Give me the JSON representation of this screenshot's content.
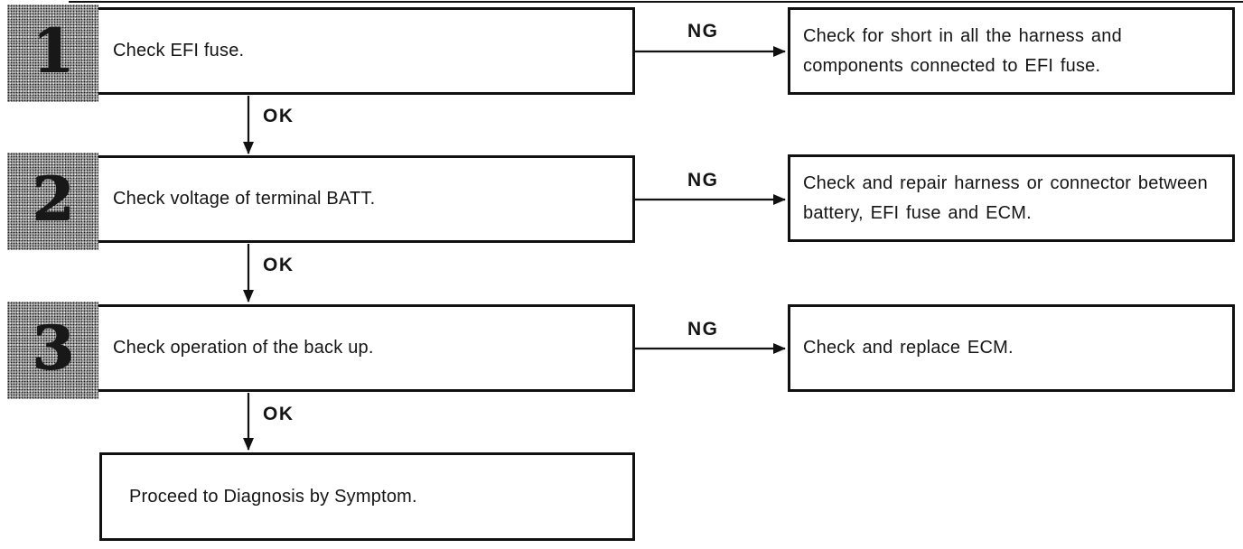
{
  "diagram": {
    "type": "troubleshooting-flowchart",
    "steps": [
      {
        "number": "1",
        "instruction": "Check EFI fuse.",
        "ok_label": "OK",
        "ng_label": "NG",
        "ng_action": "Check for short in all the harness and components connected to EFI fuse."
      },
      {
        "number": "2",
        "instruction": "Check voltage of terminal BATT.",
        "ok_label": "OK",
        "ng_label": "NG",
        "ng_action": "Check and repair harness or connector between battery, EFI fuse and ECM."
      },
      {
        "number": "3",
        "instruction": "Check operation of the back up.",
        "ok_label": "OK",
        "ng_label": "NG",
        "ng_action": "Check and replace ECM."
      }
    ],
    "final_step": {
      "instruction": "Proceed to Diagnosis by Symptom."
    },
    "colors": {
      "line": "#111111",
      "text": "#151515",
      "box_background": "#ffffff",
      "page_background": "#ffffff",
      "step_number_fill": "#ababab"
    }
  }
}
